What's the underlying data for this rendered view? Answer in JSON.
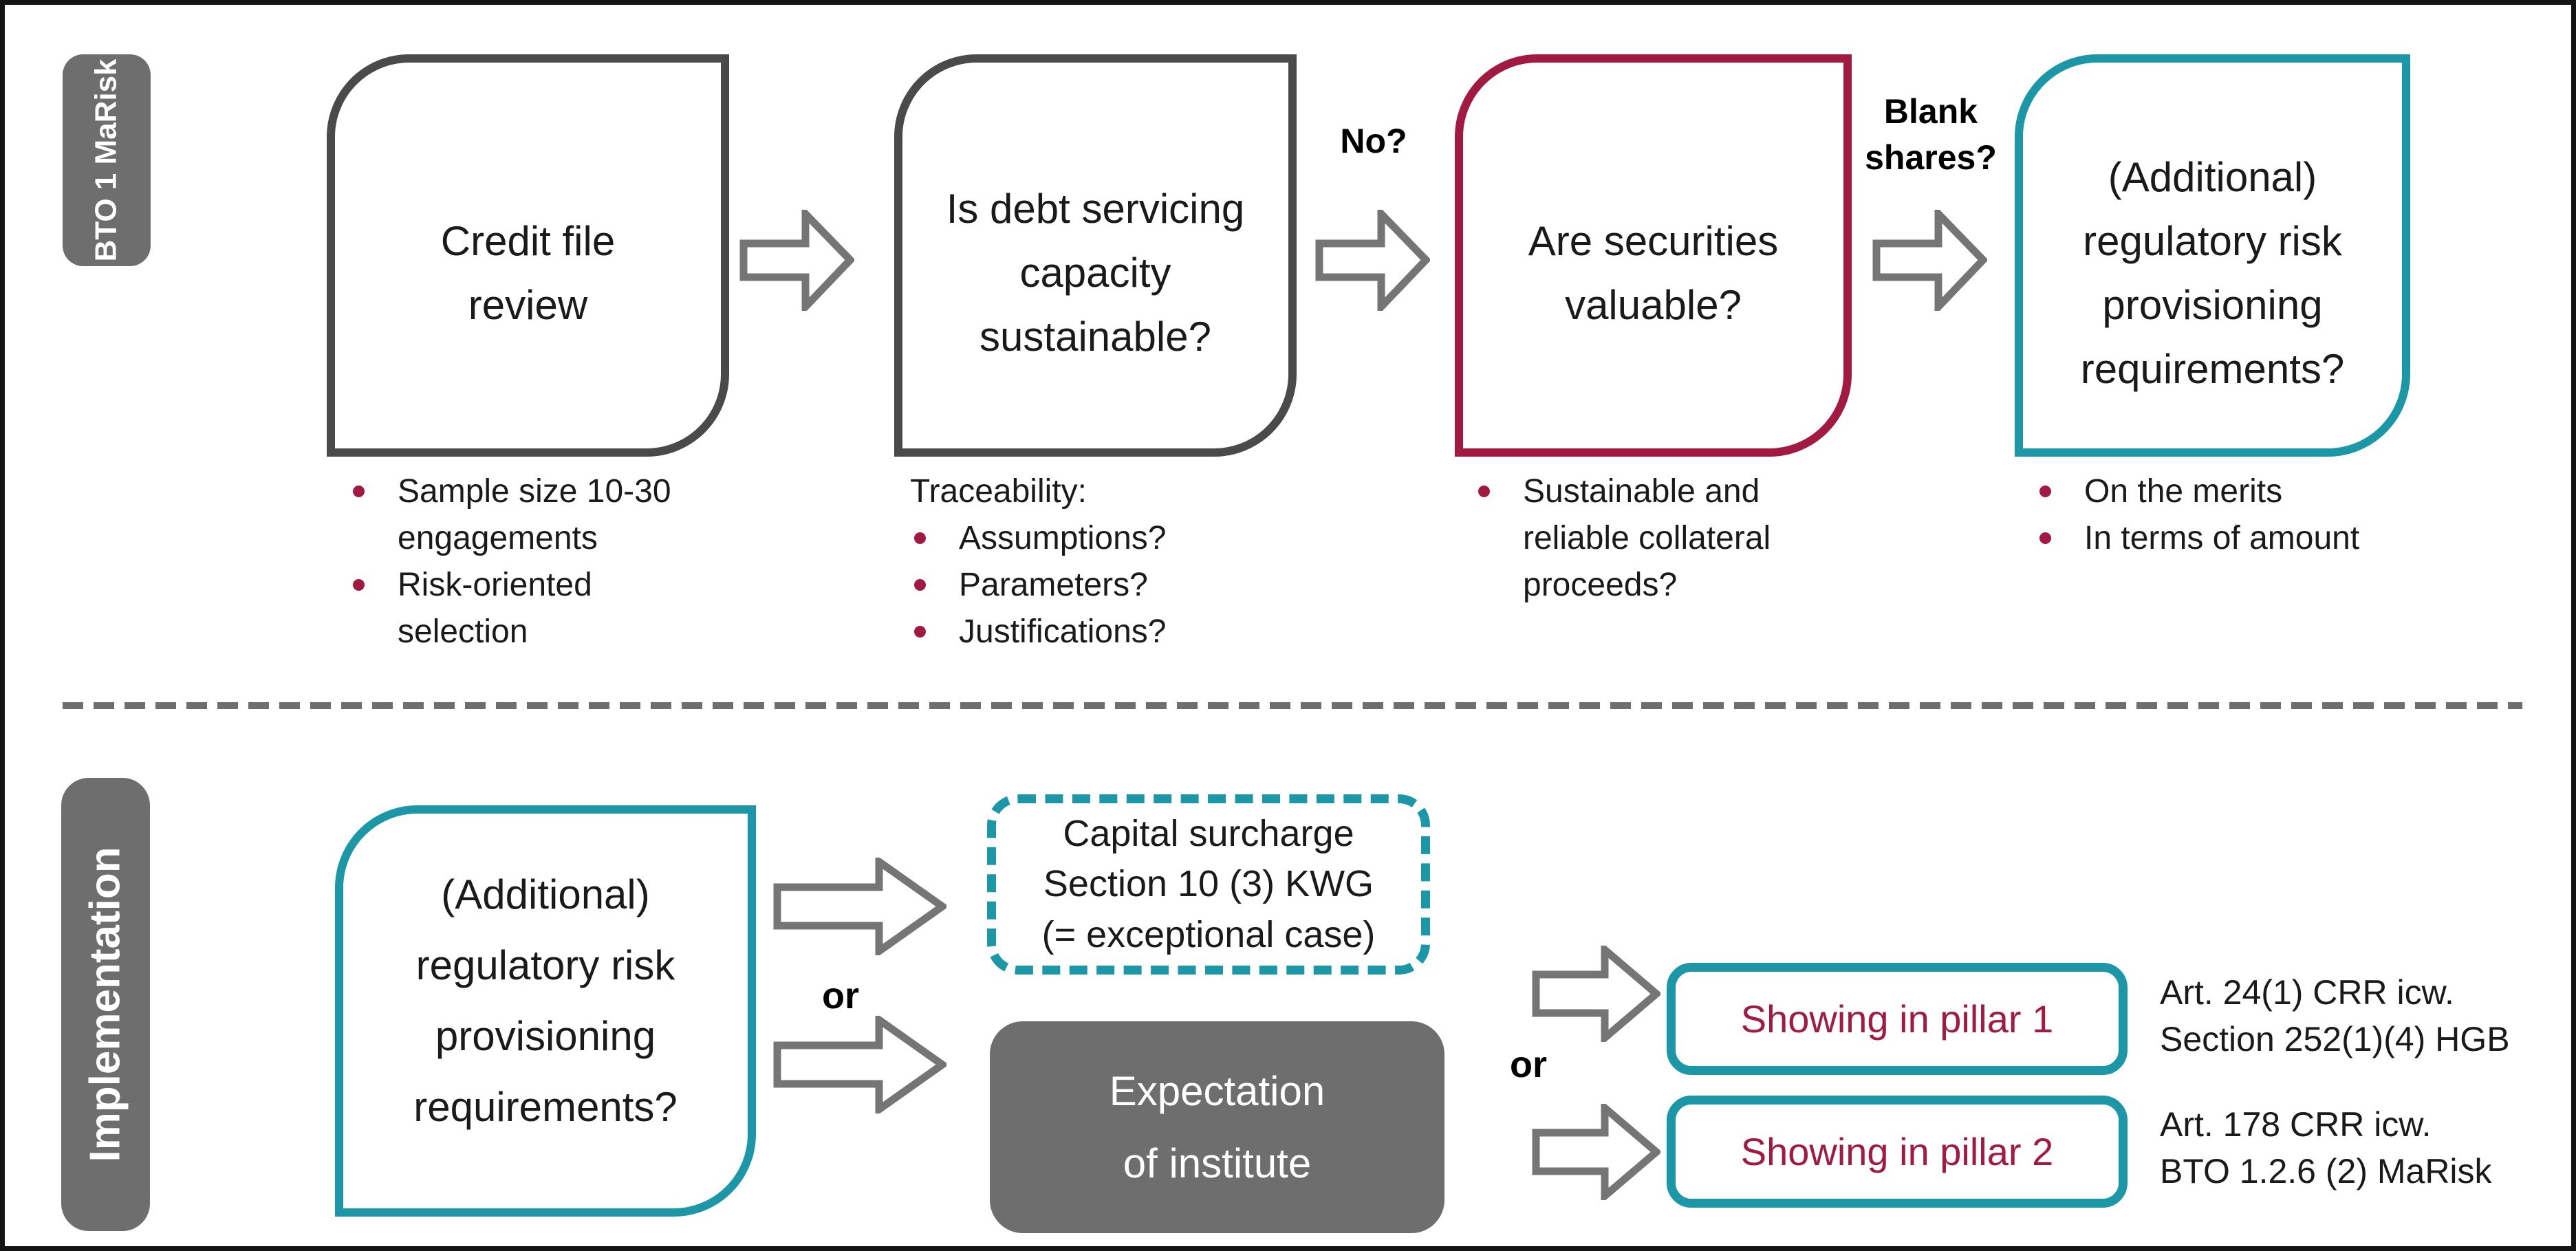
{
  "colors": {
    "teal": "#1B97A8",
    "crimson": "#A21942",
    "dark": "#4A4A4A",
    "mid": "#6E6E6E",
    "arrow": "#757575",
    "ink": "#1A1A1A"
  },
  "top": {
    "label": "BTO 1 MaRisk",
    "boxes": {
      "credit_review": "Credit file\nreview",
      "debt_servicing": "Is debt servicing\ncapacity\nsustainable?",
      "securities": "Are securities\nvaluable?",
      "regulatory": "(Additional)\nregulatory risk\nprovisioning\nrequirements?"
    },
    "arrow_labels": {
      "no": "No?",
      "blank_shares": "Blank\nshares?"
    },
    "notes": {
      "credit_review": {
        "items": [
          {
            "text": "Sample size 10-30 engagements"
          },
          {
            "text": "Risk-oriented selection"
          }
        ]
      },
      "debt_servicing": {
        "header": "Traceability:",
        "items": [
          {
            "text": "Assumptions?"
          },
          {
            "text": "Parameters?"
          },
          {
            "text": "Justifications?"
          }
        ]
      },
      "securities": {
        "items": [
          {
            "text": "Sustainable and reliable collateral proceeds?"
          }
        ]
      },
      "regulatory": {
        "items": [
          {
            "text": "On the merits"
          },
          {
            "text": "In terms of amount"
          }
        ]
      }
    }
  },
  "bottom": {
    "label": "Implementation",
    "regulatory_box": "(Additional)\nregulatory risk\nprovisioning\nrequirements?",
    "or_left": "or",
    "or_right": "or",
    "capital_surcharge_box": "Capital surcharge\nSection 10 (3) KWG\n(= exceptional case)",
    "expectation_box": "Expectation\nof institute",
    "pillar_1_box": "Showing in pillar 1",
    "pillar_2_box": "Showing in pillar 2",
    "pillar_1_ref": "Art. 24(1) CRR icw.\nSection 252(1)(4) HGB",
    "pillar_2_ref": "Art. 178 CRR icw.\nBTO 1.2.6 (2) MaRisk"
  }
}
